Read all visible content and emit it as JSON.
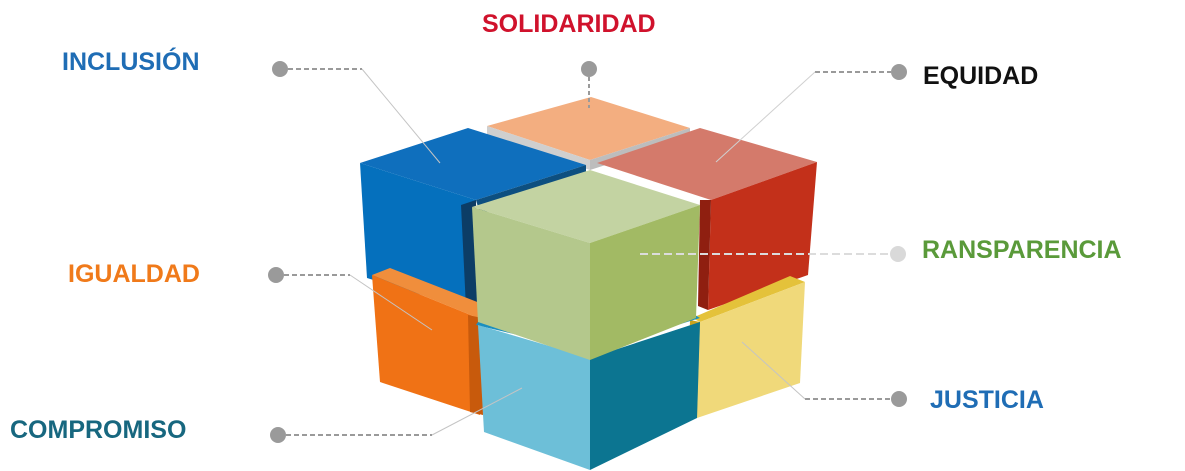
{
  "labels": {
    "solidaridad": "SOLIDARIDAD",
    "inclusion": "INCLUSIÓN",
    "equidad": "EQUIDAD",
    "igualdad": "IGUALDAD",
    "transparencia": "RANSPARENCIA",
    "justicia": "JUSTICIA",
    "compromiso": "COMPROMISO"
  },
  "colors": {
    "solidaridad": "#d0122c",
    "inclusion": "#1f6db5",
    "equidad": "#111111",
    "igualdad": "#f07a1a",
    "transparencia": "#5a9a3a",
    "justicia": "#1f6db5",
    "compromiso": "#17677f",
    "connector": "#9a9a9a"
  }
}
